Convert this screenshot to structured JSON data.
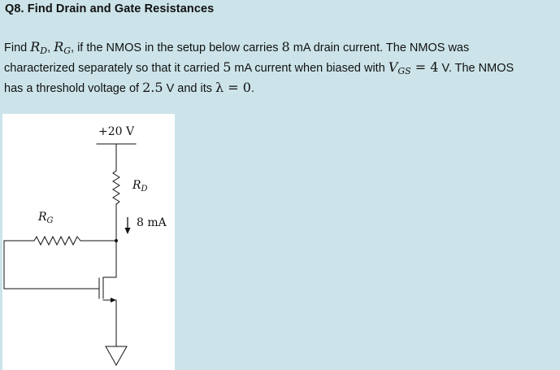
{
  "question": {
    "heading": "Q8. Find Drain and Gate Resistances",
    "line1": {
      "t1": "Find ",
      "rd_sym": "R",
      "rd_sub": "D",
      "sep": ", ",
      "rg_sym": "R",
      "rg_sub": "G",
      "t2": ", if the NMOS in the setup below carries ",
      "id_val": "8",
      "t3": " mA drain current. The NMOS was"
    },
    "line2": {
      "t1": "characterized separately so that it carried ",
      "i_val": "5",
      "t2": " mA current when biased with ",
      "vgs_sym": "V",
      "vgs_sub": "GS",
      "eq": " = 4",
      "t3": " V. The NMOS"
    },
    "line3": {
      "t1": "has a threshold voltage of ",
      "vt_val": "2.5",
      "t2": " V and its ",
      "lambda_eq": "λ = 0",
      "t3": "."
    }
  },
  "circuit": {
    "supply_label": "+20 V",
    "rd_label_sym": "R",
    "rd_label_sub": "D",
    "rg_label_sym": "R",
    "rg_label_sub": "G",
    "current_label": "8 mA"
  }
}
